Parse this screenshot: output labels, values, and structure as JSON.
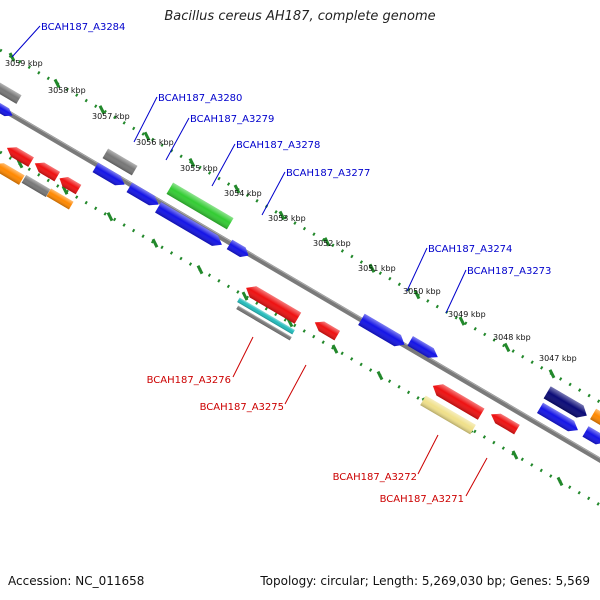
{
  "title": "Bacillus cereus AH187, complete genome",
  "accession": "Accession: NC_011658",
  "summary": "Topology: circular; Length: 5,269,030 bp; Genes: 5,569",
  "ticks": [
    "3059 kbp",
    "3058 kbp",
    "3057 kbp",
    "3056 kbp",
    "3055 kbp",
    "3054 kbp",
    "3053 kbp",
    "3052 kbp",
    "3051 kbp",
    "3050 kbp",
    "3049 kbp",
    "3048 kbp",
    "3047 kbp"
  ],
  "genes": {
    "forward": [
      "BCAH187_A3284",
      "BCAH187_A3280",
      "BCAH187_A3279",
      "BCAH187_A3278",
      "BCAH187_A3277",
      "BCAH187_A3274",
      "BCAH187_A3273"
    ],
    "reverse": [
      "BCAH187_A3276",
      "BCAH187_A3275",
      "BCAH187_A3272",
      "BCAH187_A3271"
    ]
  },
  "colors": {
    "forward_label": "#0000cc",
    "reverse_label": "#cc0000",
    "blue": "#1414e6",
    "red": "#ee1111",
    "gray": "#777777",
    "green": "#33cc33",
    "orange": "#ff8800",
    "navy": "#0a0a77",
    "yellow": "#f0e08a",
    "teal": "#22bbbb",
    "tick": "#22882b",
    "backbone": "#7a7a7a"
  }
}
